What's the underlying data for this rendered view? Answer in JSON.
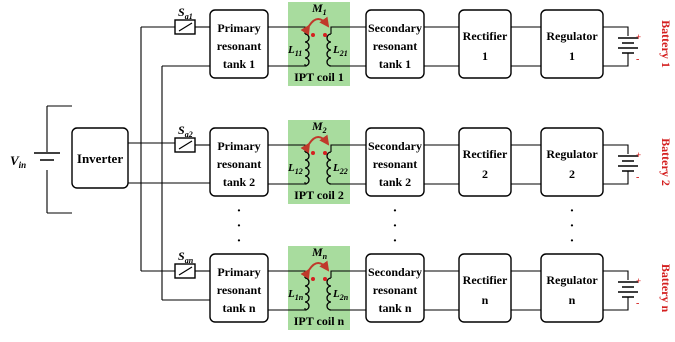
{
  "colors": {
    "coil_bg": "#a8dc9e",
    "battery_label": "#d42020",
    "arrow": "#c0392b",
    "wire": "#000000"
  },
  "source": {
    "label_main": "V",
    "label_sub": "in"
  },
  "inverter": {
    "label": "Inverter"
  },
  "vertical_dots": "·",
  "rows": [
    {
      "switch_main": "S",
      "switch_sub": "a1",
      "primary": [
        "Primary",
        "resonant",
        "tank 1"
      ],
      "mutual_main": "M",
      "mutual_sub": "1",
      "l_left_main": "L",
      "l_left_sub": "11",
      "l_right_main": "L",
      "l_right_sub": "21",
      "coil_label": "IPT coil 1",
      "secondary": [
        "Secondary",
        "resonant",
        "tank 1"
      ],
      "rectifier": [
        "Rectifier",
        "1"
      ],
      "regulator": [
        "Regulator",
        "1"
      ],
      "battery": "Battery 1"
    },
    {
      "switch_main": "S",
      "switch_sub": "a2",
      "primary": [
        "Primary",
        "resonant",
        "tank 2"
      ],
      "mutual_main": "M",
      "mutual_sub": "2",
      "l_left_main": "L",
      "l_left_sub": "12",
      "l_right_main": "L",
      "l_right_sub": "22",
      "coil_label": "IPT coil 2",
      "secondary": [
        "Secondary",
        "resonant",
        "tank 2"
      ],
      "rectifier": [
        "Rectifier",
        "2"
      ],
      "regulator": [
        "Regulator",
        "2"
      ],
      "battery": "Battery 2"
    },
    {
      "switch_main": "S",
      "switch_sub": "an",
      "primary": [
        "Primary",
        "resonant",
        "tank n"
      ],
      "mutual_main": "M",
      "mutual_sub": "n",
      "l_left_main": "L",
      "l_left_sub": "1n",
      "l_right_main": "L",
      "l_right_sub": "2n",
      "coil_label": "IPT coil n",
      "secondary": [
        "Secondary",
        "resonant",
        "tank n"
      ],
      "rectifier": [
        "Rectifier",
        "n"
      ],
      "regulator": [
        "Regulator",
        "n"
      ],
      "battery": "Battery n"
    }
  ]
}
